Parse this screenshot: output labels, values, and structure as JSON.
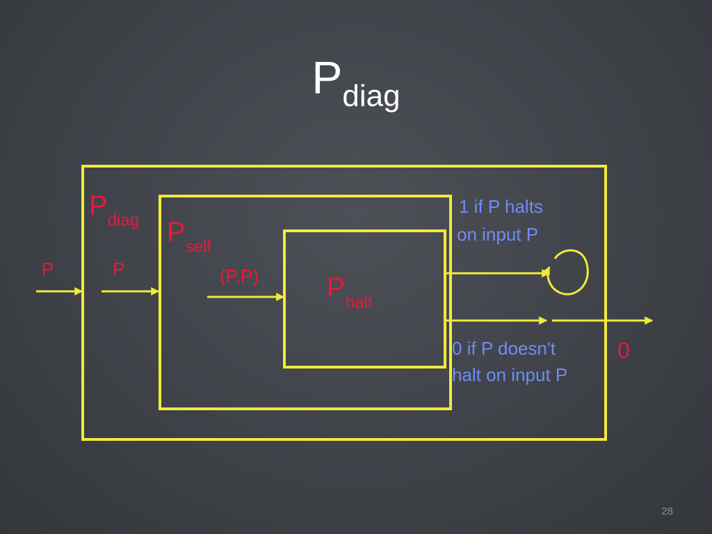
{
  "slide": {
    "title_main": "P",
    "title_sub": "diag",
    "page_number": "28"
  },
  "diagram": {
    "outer_box": {
      "main": "P",
      "sub": "diag"
    },
    "middle_box": {
      "main": "P",
      "sub": "self"
    },
    "inner_box": {
      "main": "P",
      "sub": "halt"
    },
    "input_outer": "P",
    "input_middle": "P",
    "input_inner": "(P,P)",
    "halts_line1": "1 if P halts",
    "halts_line2": "on input P",
    "not_halts_line1": "0 if P doesn't",
    "not_halts_line2": "halt on input P",
    "output": "0",
    "colors": {
      "box": "#f2ea3a",
      "label_red": "#e8193a",
      "label_blue": "#6f8df5",
      "title": "#ffffff"
    }
  }
}
